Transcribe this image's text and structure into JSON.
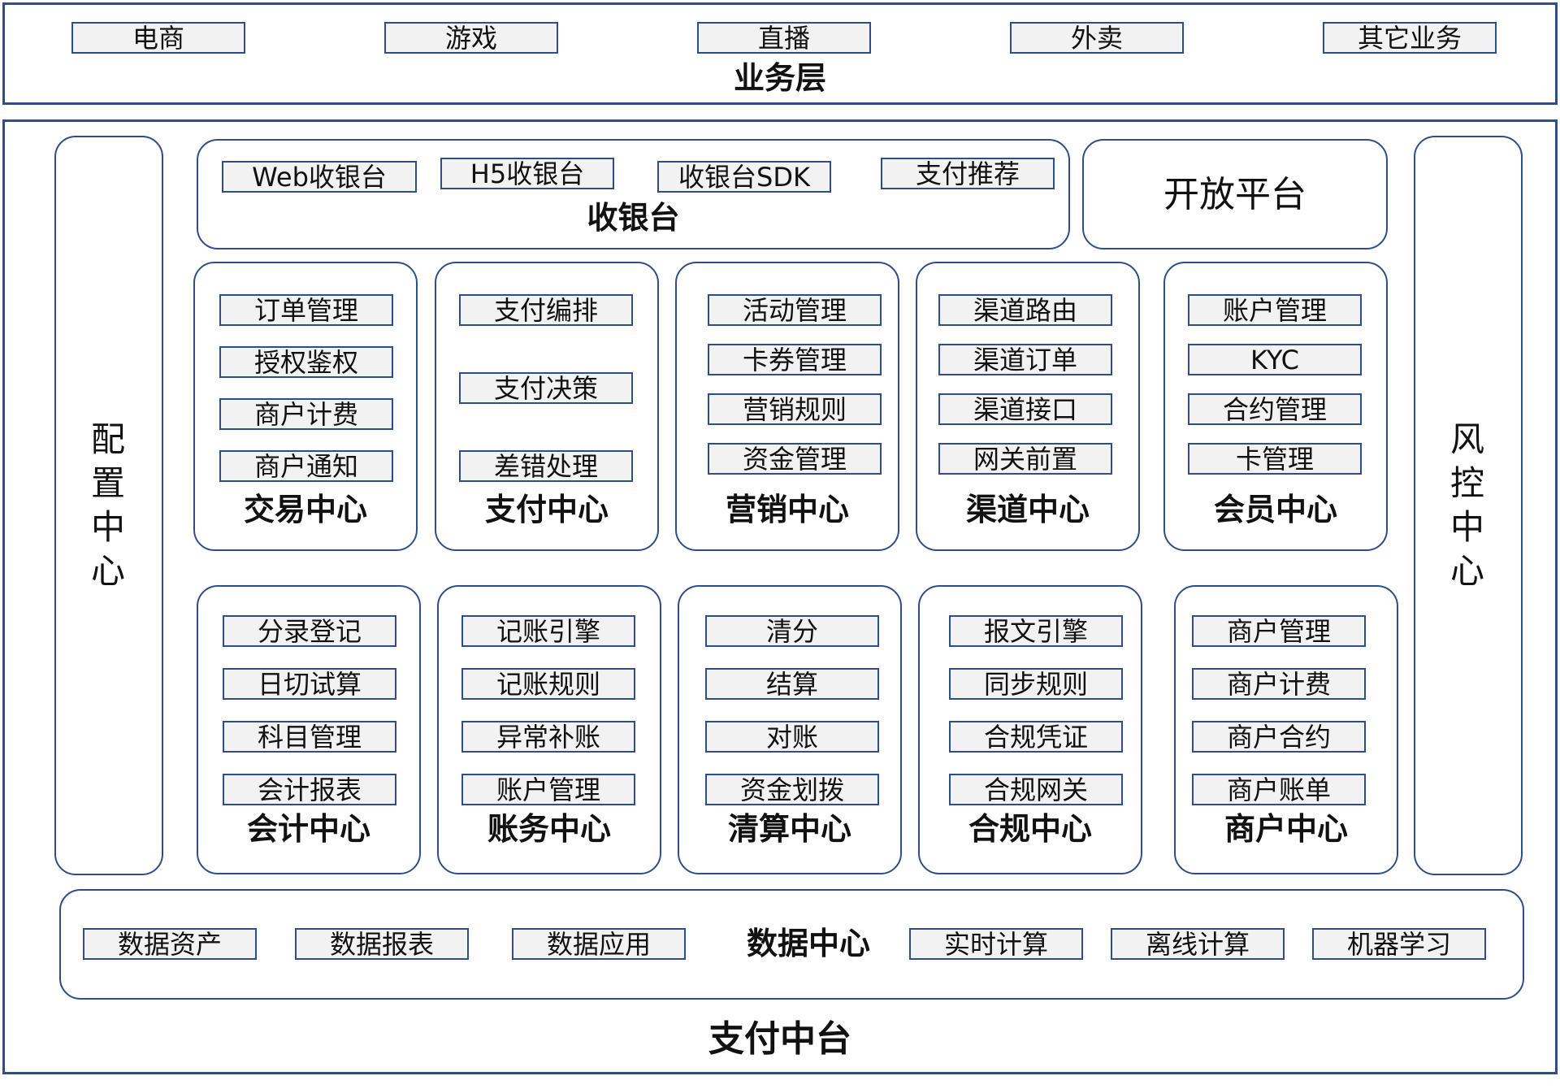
{
  "business_layer": {
    "title": "业务层",
    "items": [
      "电商",
      "游戏",
      "直播",
      "外卖",
      "其它业务"
    ]
  },
  "platform": {
    "title": "支付中台",
    "config_center": "配置中心",
    "risk_center": "风控中心",
    "open_platform": "开放平台",
    "cashier": {
      "title": "收银台",
      "items": [
        "Web收银台",
        "H5收银台",
        "收银台SDK",
        "支付推荐"
      ]
    },
    "row1": [
      {
        "title": "交易中心",
        "items": [
          "订单管理",
          "授权鉴权",
          "商户计费",
          "商户通知"
        ]
      },
      {
        "title": "支付中心",
        "items": [
          "支付编排",
          "支付决策",
          "差错处理"
        ]
      },
      {
        "title": "营销中心",
        "items": [
          "活动管理",
          "卡券管理",
          "营销规则",
          "资金管理"
        ]
      },
      {
        "title": "渠道中心",
        "items": [
          "渠道路由",
          "渠道订单",
          "渠道接口",
          "网关前置"
        ]
      },
      {
        "title": "会员中心",
        "items": [
          "账户管理",
          "KYC",
          "合约管理",
          "卡管理"
        ]
      }
    ],
    "row2": [
      {
        "title": "会计中心",
        "items": [
          "分录登记",
          "日切试算",
          "科目管理",
          "会计报表"
        ]
      },
      {
        "title": "账务中心",
        "items": [
          "记账引擎",
          "记账规则",
          "异常补账",
          "账户管理"
        ]
      },
      {
        "title": "清算中心",
        "items": [
          "清分",
          "结算",
          "对账",
          "资金划拨"
        ]
      },
      {
        "title": "合规中心",
        "items": [
          "报文引擎",
          "同步规则",
          "合规凭证",
          "合规网关"
        ]
      },
      {
        "title": "商户中心",
        "items": [
          "商户管理",
          "商户计费",
          "商户合约",
          "商户账单"
        ]
      }
    ],
    "data_center": {
      "title": "数据中心",
      "items_left": [
        "数据资产",
        "数据报表",
        "数据应用"
      ],
      "items_right": [
        "实时计算",
        "离线计算",
        "机器学习"
      ]
    }
  },
  "colors": {
    "border": "#2f4d87",
    "chip_fill": "#f2f2f2"
  }
}
